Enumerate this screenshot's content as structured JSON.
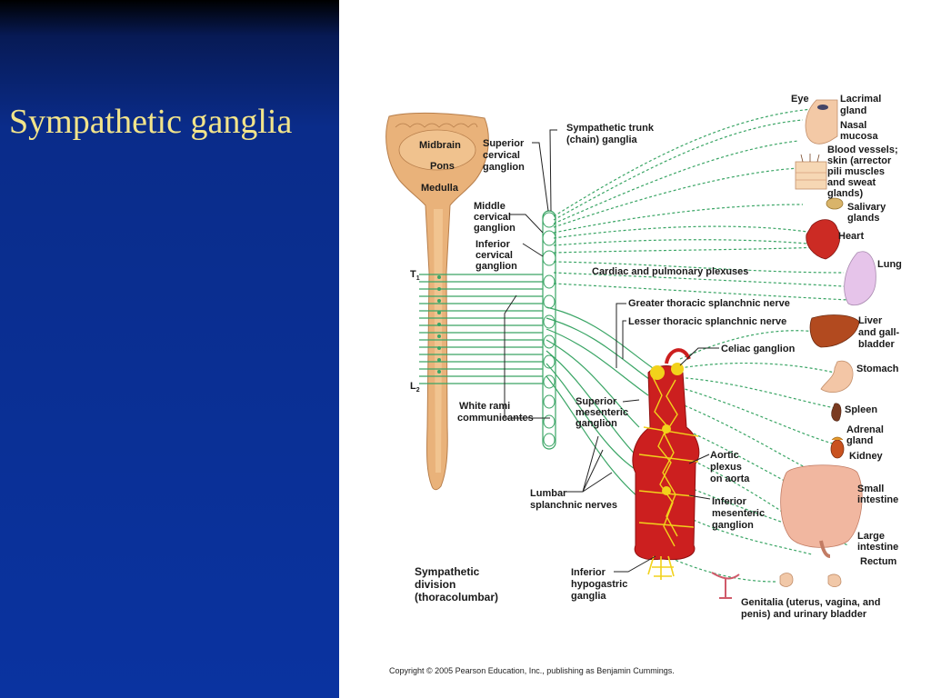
{
  "slide": {
    "title": "Sympathetic ganglia"
  },
  "diagram": {
    "brain": {
      "midbrain": "Midbrain",
      "pons": "Pons",
      "medulla": "Medulla"
    },
    "levels": {
      "t1": "T",
      "t1_sub": "1",
      "l2": "L",
      "l2_sub": "2"
    },
    "labels": {
      "superior_cervical": [
        "Superior",
        "cervical",
        "ganglion"
      ],
      "sympathetic_trunk": [
        "Sympathetic trunk",
        "(chain) ganglia"
      ],
      "middle_cervical": [
        "Middle",
        "cervical",
        "ganglion"
      ],
      "inferior_cervical": [
        "Inferior",
        "cervical",
        "ganglion"
      ],
      "cardiac_pulmonary": "Cardiac and pulmonary plexuses",
      "greater_splanchnic": "Greater thoracic splanchnic nerve",
      "lesser_splanchnic": "Lesser thoracic splanchnic nerve",
      "celiac_ganglion": "Celiac ganglion",
      "white_rami": [
        "White rami",
        "communicantes"
      ],
      "superior_mesenteric": [
        "Superior",
        "mesenteric",
        "ganglion"
      ],
      "aortic_plexus": [
        "Aortic",
        "plexus",
        "on aorta"
      ],
      "inferior_mesenteric": [
        "Inferior",
        "mesenteric",
        "ganglion"
      ],
      "lumbar_splanchnic": [
        "Lumbar",
        "splanchnic nerves"
      ],
      "inferior_hypogastric": [
        "Inferior",
        "hypogastric",
        "ganglia"
      ],
      "division": [
        "Sympathetic",
        "division",
        "(thoracolumbar)"
      ]
    },
    "organs": {
      "eye": "Eye",
      "lacrimal": [
        "Lacrimal",
        "gland"
      ],
      "nasal": [
        "Nasal",
        "mucosa"
      ],
      "blood_vessels": [
        "Blood vessels;",
        "skin (arrector",
        "pili muscles",
        "and sweat",
        "glands)"
      ],
      "salivary": [
        "Salivary",
        "glands"
      ],
      "heart": "Heart",
      "lung": "Lung",
      "liver": [
        "Liver",
        "and gall-",
        "bladder"
      ],
      "stomach": "Stomach",
      "spleen": "Spleen",
      "adrenal": [
        "Adrenal",
        "gland"
      ],
      "kidney": "Kidney",
      "small_intestine": [
        "Small",
        "intestine"
      ],
      "large_intestine": [
        "Large",
        "intestine"
      ],
      "rectum": "Rectum",
      "genitalia": [
        "Genitalia (uterus, vagina, and",
        "penis) and urinary bladder"
      ]
    },
    "copyright": "Copyright © 2005 Pearson Education, Inc., publishing as Benjamin Cummings.",
    "colors": {
      "nerve": "#3aa565",
      "cord": "#e9b27a",
      "aorta": "#cc1f1f",
      "plexus": "#f2d21b",
      "background_left": "#0a33a0",
      "title": "#f2e48a"
    }
  }
}
